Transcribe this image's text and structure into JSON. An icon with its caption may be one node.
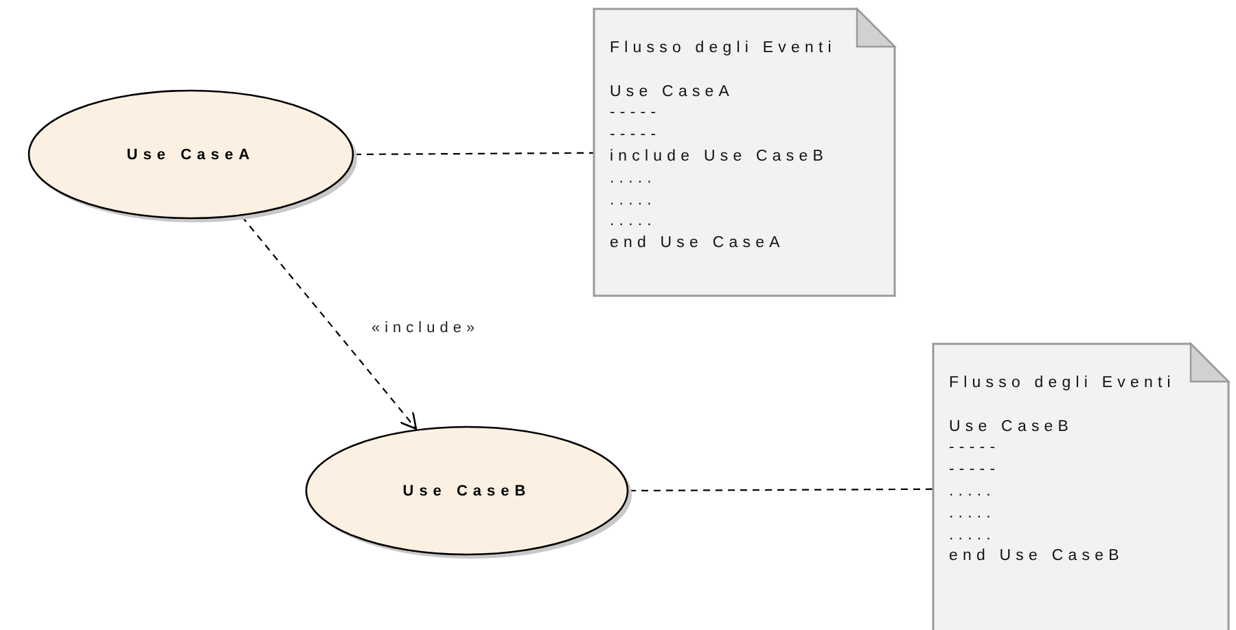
{
  "diagram": {
    "nodes": [
      {
        "text": [
          "Use CaseA"
        ]
      },
      {
        "text": [
          "Flusso degli Eventi",
          "Use CaseA",
          "-----",
          "-----",
          "include Use CaseB",
          ".....",
          ".....",
          ".....",
          "end Use CaseA"
        ]
      },
      {
        "text": [
          "Use CaseB"
        ]
      },
      {
        "text": [
          "Flusso degli Eventi",
          "Use CaseB",
          "-----",
          "-----",
          ".....",
          ".....",
          ".....",
          "end Use CaseB"
        ]
      }
    ],
    "edges": [
      {
        "from": 0,
        "to": 1,
        "arrow": "none",
        "style": "dashed"
      },
      {
        "from": 0,
        "to": 2,
        "arrow": "to",
        "style": "dashed",
        "label": "«include»"
      },
      {
        "from": 2,
        "to": 3,
        "arrow": "none",
        "style": "dashed"
      }
    ]
  }
}
